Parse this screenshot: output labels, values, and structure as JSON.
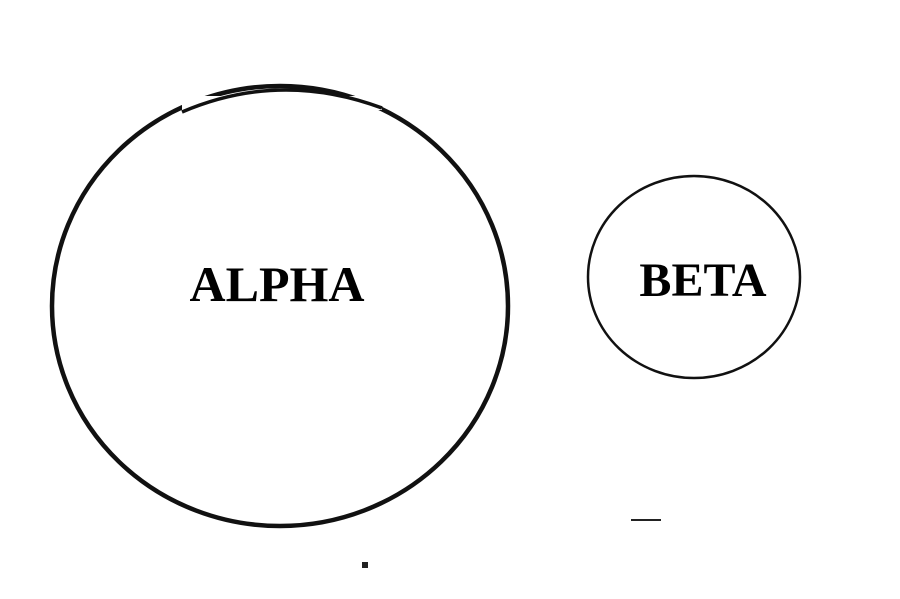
{
  "diagram": {
    "circles": [
      {
        "id": "alpha",
        "label": "ALPHA"
      },
      {
        "id": "beta",
        "label": "BETA"
      }
    ],
    "colors": {
      "stroke": "#111111",
      "text": "#000000",
      "background": "#ffffff"
    }
  }
}
